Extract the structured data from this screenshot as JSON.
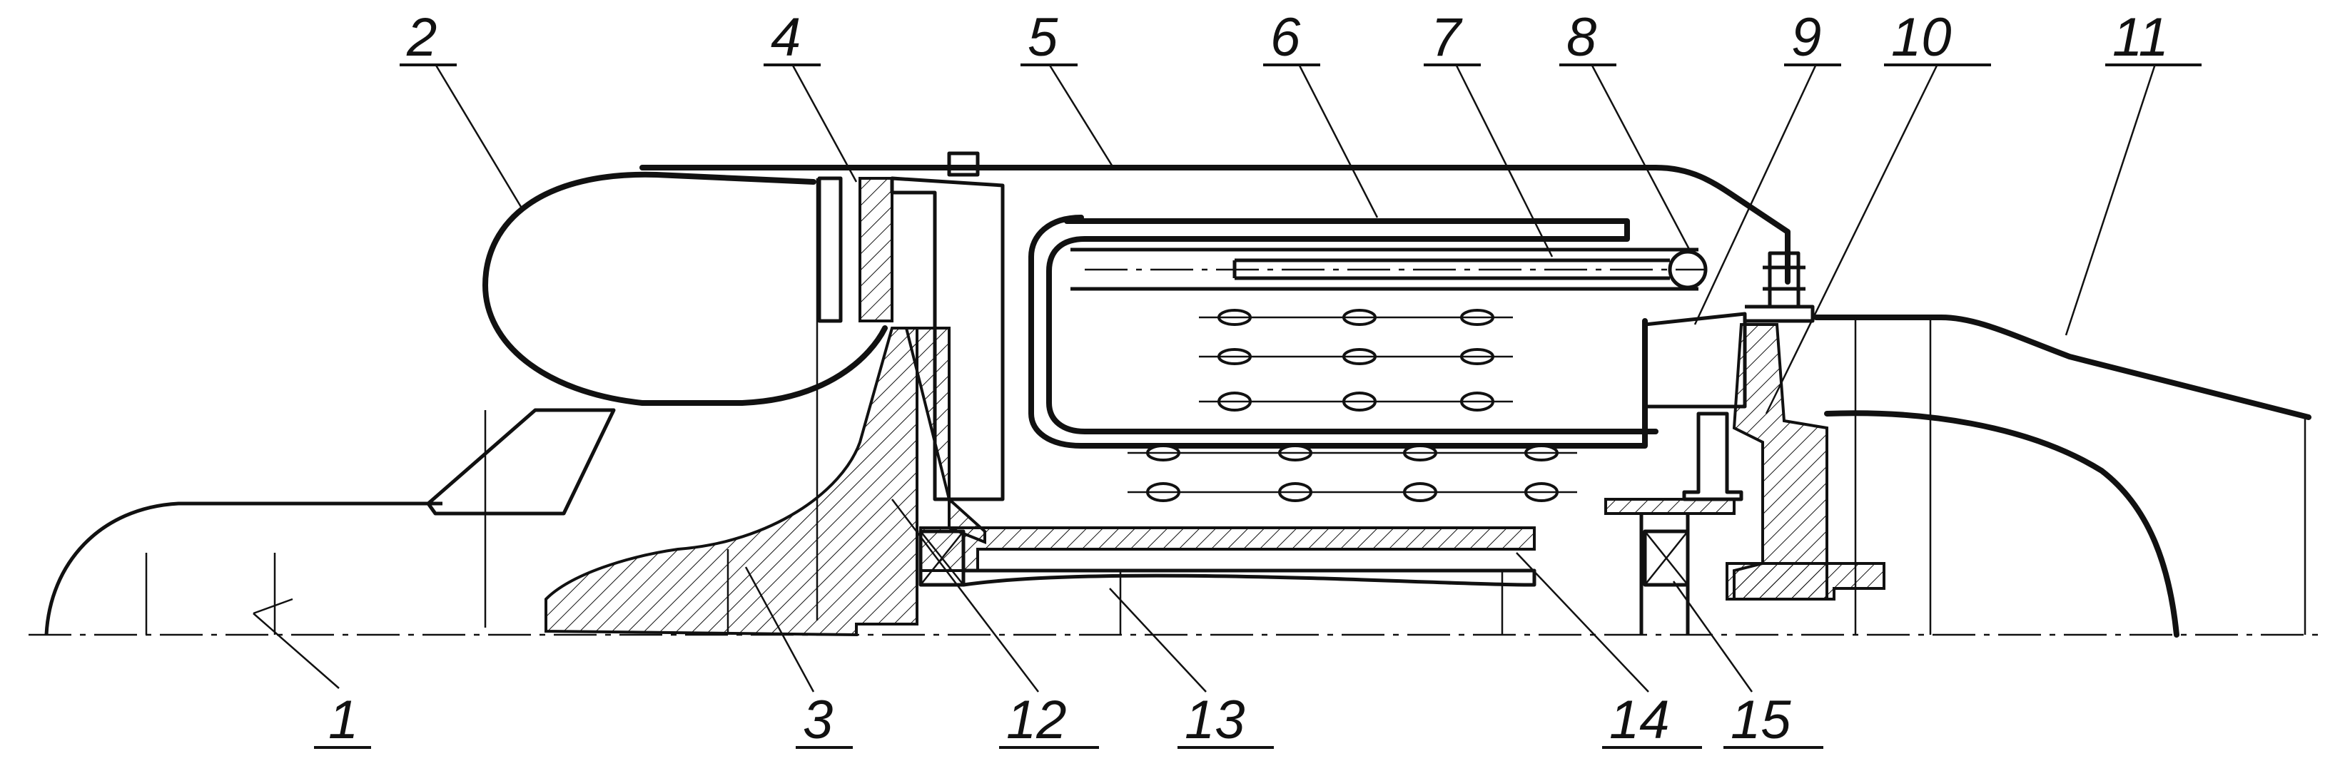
{
  "callouts": [
    {
      "id": "1",
      "text": "1"
    },
    {
      "id": "2",
      "text": "2"
    },
    {
      "id": "3",
      "text": "3"
    },
    {
      "id": "4",
      "text": "4"
    },
    {
      "id": "5",
      "text": "5"
    },
    {
      "id": "6",
      "text": "6"
    },
    {
      "id": "7",
      "text": "7"
    },
    {
      "id": "8",
      "text": "8"
    },
    {
      "id": "9",
      "text": "9"
    },
    {
      "id": "10",
      "text": "10"
    },
    {
      "id": "11",
      "text": "11"
    },
    {
      "id": "12",
      "text": "12"
    },
    {
      "id": "13",
      "text": "13"
    },
    {
      "id": "14",
      "text": "14"
    },
    {
      "id": "15",
      "text": "15"
    }
  ],
  "colors": {
    "ink": "#111111",
    "paper": "#ffffff"
  }
}
